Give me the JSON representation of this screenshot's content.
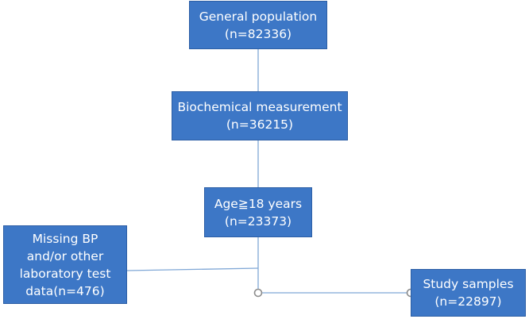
{
  "diagram": {
    "boxes": {
      "general_population": {
        "lines": [
          "General population",
          "(n=82336)"
        ]
      },
      "biochemical_measurement": {
        "lines": [
          "Biochemical measurement",
          "(n=36215)"
        ]
      },
      "age": {
        "lines": [
          "Age≧18 years",
          "(n=23373)"
        ]
      },
      "missing": {
        "lines": [
          "Missing BP",
          "and/or other",
          "laboratory test",
          "data(n=476)"
        ]
      },
      "study_samples": {
        "lines": [
          "Study samples",
          "(n=22897)"
        ]
      }
    },
    "colors": {
      "box_fill": "#3d77c6",
      "box_border": "#2c5ea5",
      "text": "#ffffff",
      "connector": "#7fa7d6",
      "junction_circle": "#8c8c8c"
    }
  }
}
